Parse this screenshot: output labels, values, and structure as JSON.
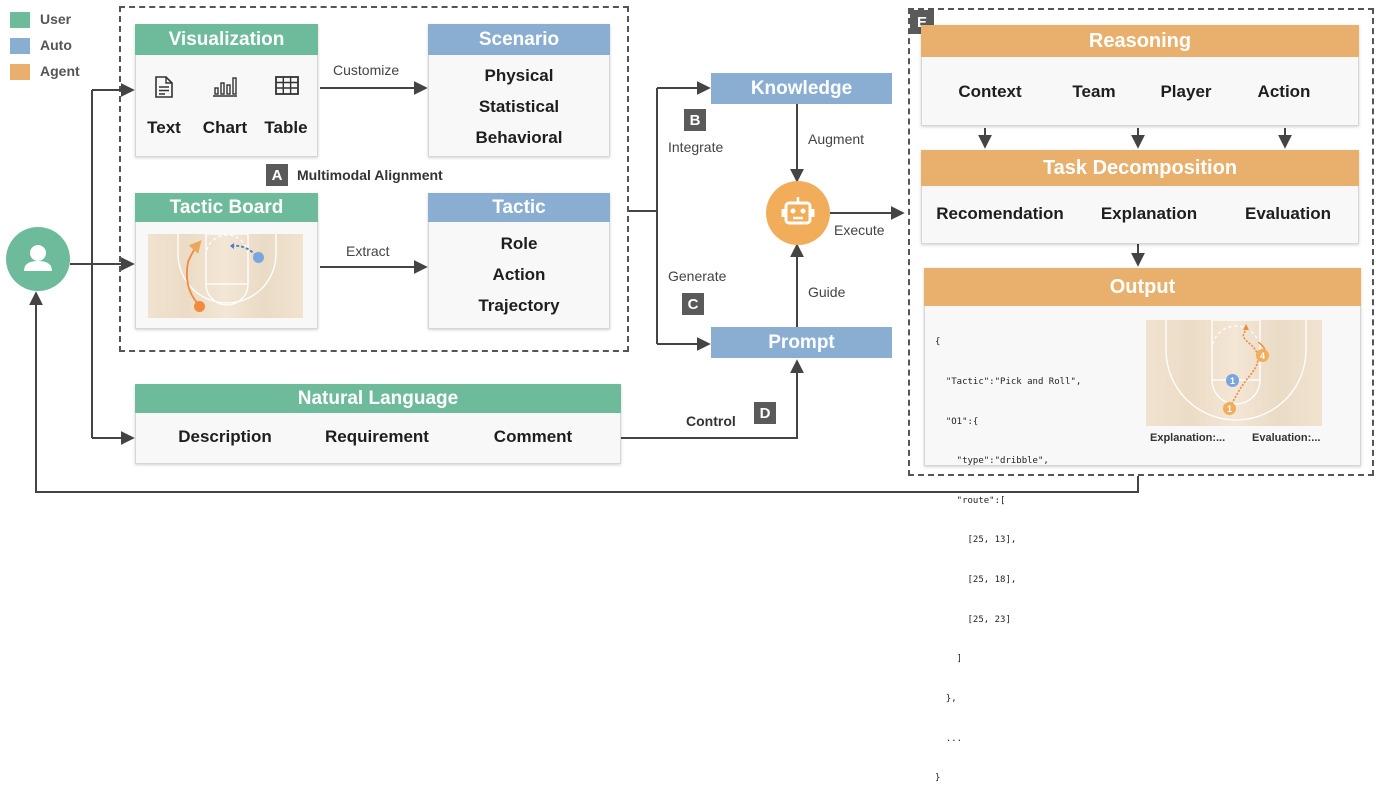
{
  "legend": [
    {
      "label": "User",
      "color": "#6dbb9a"
    },
    {
      "label": "Auto",
      "color": "#8aaed2"
    },
    {
      "label": "Agent",
      "color": "#e9b06d"
    }
  ],
  "visualization": {
    "title": "Visualization",
    "items": [
      "Text",
      "Chart",
      "Table"
    ]
  },
  "scenario": {
    "title": "Scenario",
    "items": [
      "Physical",
      "Statistical",
      "Behavioral"
    ]
  },
  "tactic_board": {
    "title": "Tactic Board"
  },
  "tactic": {
    "title": "Tactic",
    "items": [
      "Role",
      "Action",
      "Trajectory"
    ]
  },
  "natural_language": {
    "title": "Natural Language",
    "items": [
      "Description",
      "Requirement",
      "Comment"
    ]
  },
  "knowledge": {
    "title": "Knowledge"
  },
  "prompt": {
    "title": "Prompt"
  },
  "reasoning": {
    "title": "Reasoning",
    "items": [
      "Context",
      "Team",
      "Player",
      "Action"
    ]
  },
  "task_decomposition": {
    "title": "Task Decomposition",
    "items": [
      "Recomendation",
      "Explanation",
      "Evaluation"
    ]
  },
  "output": {
    "title": "Output",
    "code_lines": [
      "{",
      "  \"Tactic\":\"Pick and Roll\",",
      "  \"O1\":{",
      "    \"type\":\"dribble\",",
      "    \"route\":[",
      "      [25, 13],",
      "      [25, 18],",
      "      [25, 23]",
      "    ]",
      "  },",
      "  ...",
      "}"
    ],
    "explanation": "Explanation:...",
    "evaluation": "Evaluation:..."
  },
  "edge_labels": {
    "customize": "Customize",
    "extract": "Extract",
    "multimodal": "Multimodal Alignment",
    "integrate": "Integrate",
    "generate": "Generate",
    "augment": "Augment",
    "guide": "Guide",
    "execute": "Execute",
    "control": "Control"
  },
  "badges": {
    "a": "A",
    "b": "B",
    "c": "C",
    "d": "D",
    "e": "E"
  },
  "players": {
    "one": "1",
    "four": "4"
  }
}
